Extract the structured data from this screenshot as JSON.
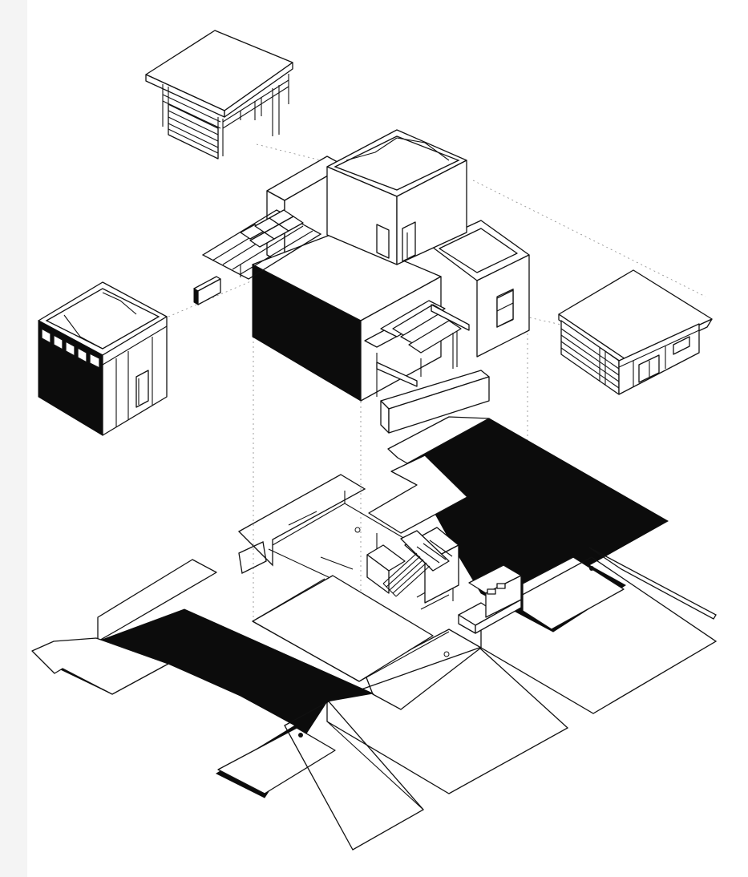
{
  "drawing": {
    "type": "exploded-axonometric-architectural-drawing",
    "background": "#ffffff",
    "ink": "#0c0c0c",
    "components": [
      {
        "id": "pergola-pavilion",
        "description_key": "open-roof-pavilion"
      },
      {
        "id": "main-house-volume"
      },
      {
        "id": "clerestory-cube-pavilion"
      },
      {
        "id": "shed-roof-pavilion"
      },
      {
        "id": "ground-floor-plan"
      },
      {
        "id": "site-terraces"
      }
    ]
  }
}
